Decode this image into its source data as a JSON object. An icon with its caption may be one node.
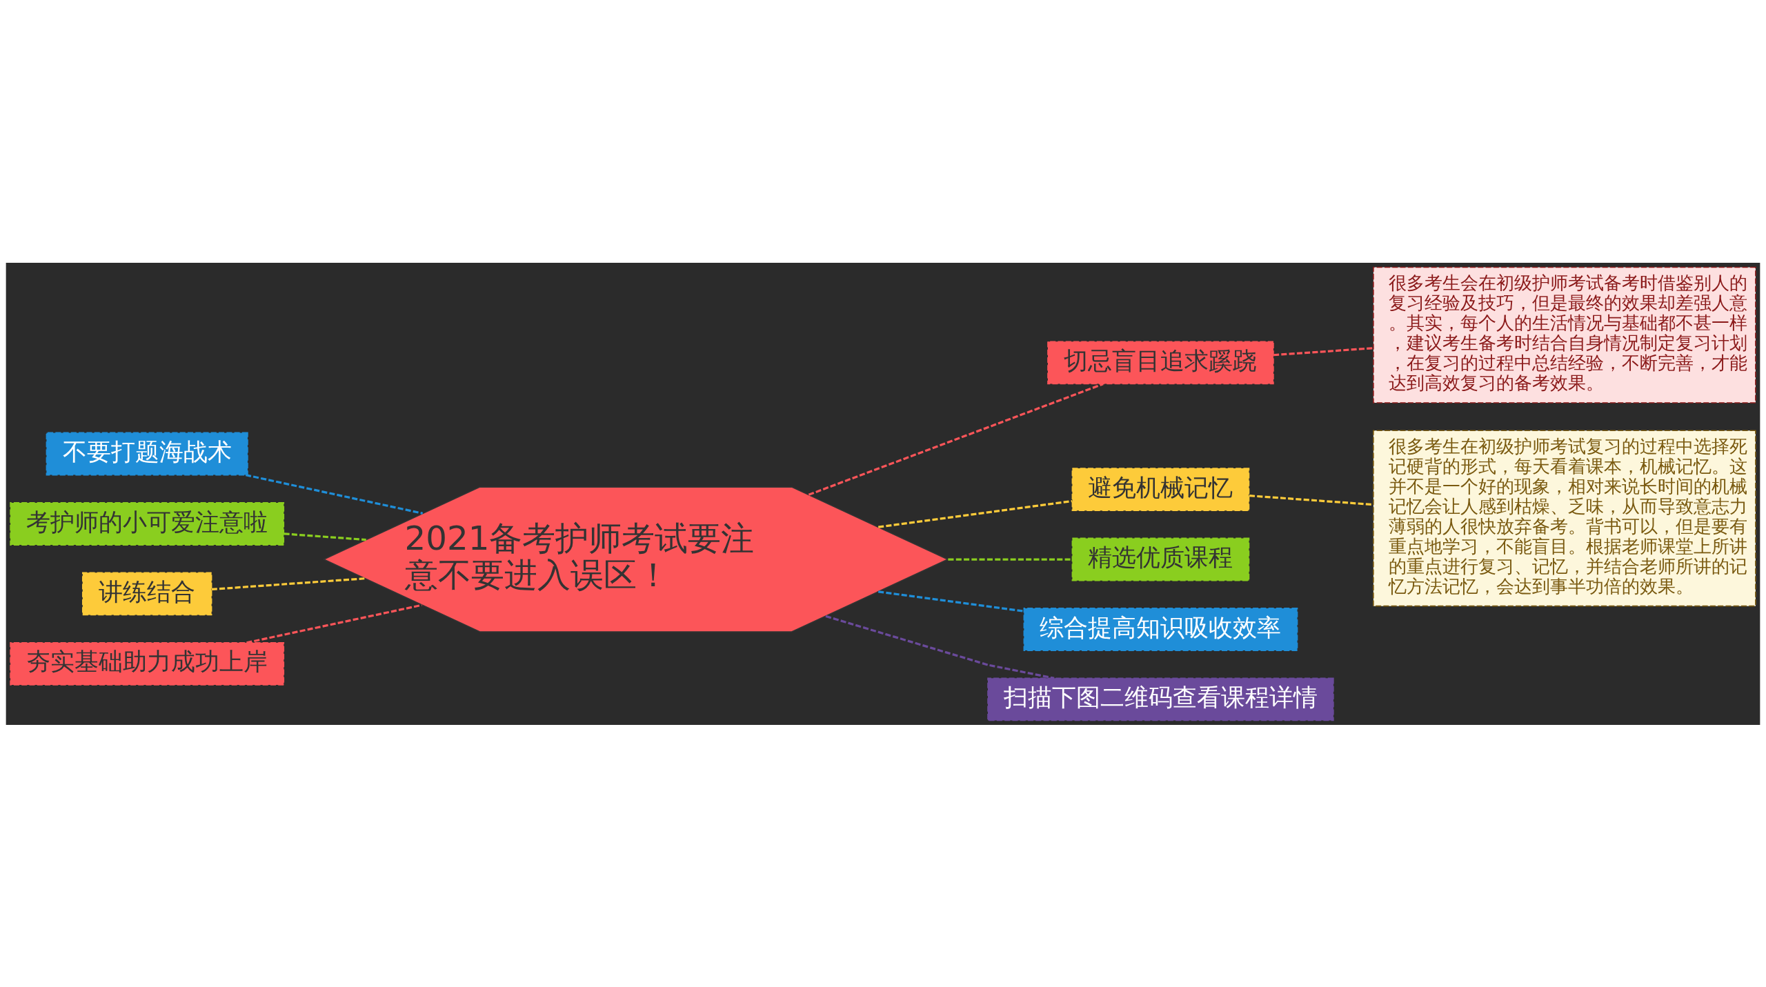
{
  "diagram": {
    "nodes": [
      {
        "text": [
          "2021备考护师考试要注意不要进入误区！"
        ]
      },
      {
        "text": [
          "不要打题海战术"
        ]
      },
      {
        "text": [
          "考护师的小可爱注意啦"
        ]
      },
      {
        "text": [
          "讲练结合"
        ]
      },
      {
        "text": [
          "夯实基础助力成功上岸"
        ]
      },
      {
        "text": [
          "切忌盲目追求蹊跷"
        ]
      },
      {
        "text": [
          "很多考生会在初级护师考试备考时借鉴别人的复习经验及技巧，但是最终的效果却差强人意。其实，每个人的生活情况与基础都不甚一样，建议考生备考时结合自身情况制定复习计划，在复习的过程中总结经验，不断完善，才能达到高效复习的备考效果。"
        ]
      },
      {
        "text": [
          "避免机械记忆"
        ]
      },
      {
        "text": [
          "很多考生在初级护师考试复习的过程中选择死记硬背的形式，每天看着课本，机械记忆。这并不是一个好的现象，相对来说长时间的机械记忆会让人感到枯燥、乏味，从而导致意志力薄弱的人很快放弃备考。背书可以，但是要有重点地学习，不能盲目。根据老师课堂上所讲的重点进行复习、记忆，并结合老师所讲的记忆方法记忆，会达到事半功倍的效果。"
        ]
      },
      {
        "text": [
          "精选优质课程"
        ]
      },
      {
        "text": [
          "综合提高知识吸收效率"
        ]
      },
      {
        "text": [
          "扫描下图二维码查看课程详情"
        ]
      }
    ],
    "edges": [
      {
        "from": 0,
        "to": 1,
        "arrow": "none",
        "style": "dashed",
        "color": "#1f8ed8"
      },
      {
        "from": 0,
        "to": 2,
        "arrow": "none",
        "style": "dashed",
        "color": "#8ace1f"
      },
      {
        "from": 0,
        "to": 3,
        "arrow": "none",
        "style": "dashed",
        "color": "#fdcb3a"
      },
      {
        "from": 0,
        "to": 4,
        "arrow": "none",
        "style": "dashed",
        "color": "#fc5559"
      },
      {
        "from": 0,
        "to": 5,
        "arrow": "none",
        "style": "dashed",
        "color": "#fc5559"
      },
      {
        "from": 5,
        "to": 6,
        "arrow": "none",
        "style": "dashed",
        "color": "#fc5559"
      },
      {
        "from": 0,
        "to": 7,
        "arrow": "none",
        "style": "dashed",
        "color": "#fdcb3a"
      },
      {
        "from": 7,
        "to": 8,
        "arrow": "none",
        "style": "dashed",
        "color": "#fdcb3a"
      },
      {
        "from": 0,
        "to": 9,
        "arrow": "none",
        "style": "dashed",
        "color": "#8ace1f"
      },
      {
        "from": 0,
        "to": 10,
        "arrow": "none",
        "style": "dashed",
        "color": "#1f8ed8"
      },
      {
        "from": 0,
        "to": 11,
        "arrow": "none",
        "style": "dashed",
        "color": "#6a4a9b"
      }
    ]
  }
}
